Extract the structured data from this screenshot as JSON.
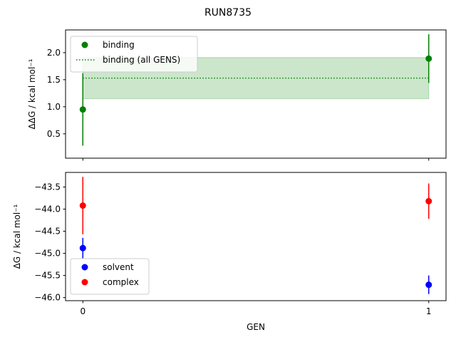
{
  "chart_data": {
    "type": "scatter",
    "title": "RUN8735",
    "xlabel": "GEN",
    "x_ticks": [
      0,
      1
    ],
    "x_tick_labels": [
      "0",
      "1"
    ],
    "xlim": [
      -0.05,
      1.05
    ],
    "subplots": [
      {
        "ylabel_math": "ΔΔG / kcal mol⁻¹",
        "ylim": [
          0.05,
          2.42
        ],
        "y_ticks": [
          0.5,
          1.0,
          1.5,
          2.0
        ],
        "y_tick_labels": [
          "0.5",
          "1.0",
          "1.5",
          "2.0"
        ],
        "show_x_tick_labels": false,
        "series": [
          {
            "name": "binding",
            "kind": "scatter",
            "color": "#008000",
            "x": [
              0,
              1
            ],
            "y": [
              0.95,
              1.89
            ],
            "yerr": [
              0.67,
              0.45
            ]
          },
          {
            "name": "binding (all GENS)",
            "kind": "hline",
            "color": "#008000",
            "style": "dotted",
            "y": 1.53,
            "band": [
              1.15,
              1.91
            ],
            "band_color": "#008000",
            "band_opacity": 0.2
          }
        ],
        "legend": [
          "binding",
          "binding (all GENS)"
        ],
        "legend_loc": "upper-left"
      },
      {
        "ylabel_math": "ΔG / kcal mol⁻¹",
        "ylim": [
          -46.07,
          -43.17
        ],
        "y_ticks": [
          -43.5,
          -44.0,
          -44.5,
          -45.0,
          -45.5,
          -46.0
        ],
        "y_tick_labels": [
          "−43.5",
          "−44.0",
          "−44.5",
          "−45.0",
          "−45.5",
          "−46.0"
        ],
        "show_x_tick_labels": true,
        "series": [
          {
            "name": "solvent",
            "kind": "scatter",
            "color": "#0000ff",
            "x": [
              0,
              1
            ],
            "y": [
              -44.88,
              -45.71
            ],
            "yerr": [
              0.23,
              0.21
            ]
          },
          {
            "name": "complex",
            "kind": "scatter",
            "color": "#ff0000",
            "x": [
              0,
              1
            ],
            "y": [
              -43.92,
              -43.82
            ],
            "yerr": [
              0.65,
              0.4
            ]
          }
        ],
        "legend": [
          "solvent",
          "complex"
        ],
        "legend_loc": "lower-left"
      }
    ]
  }
}
